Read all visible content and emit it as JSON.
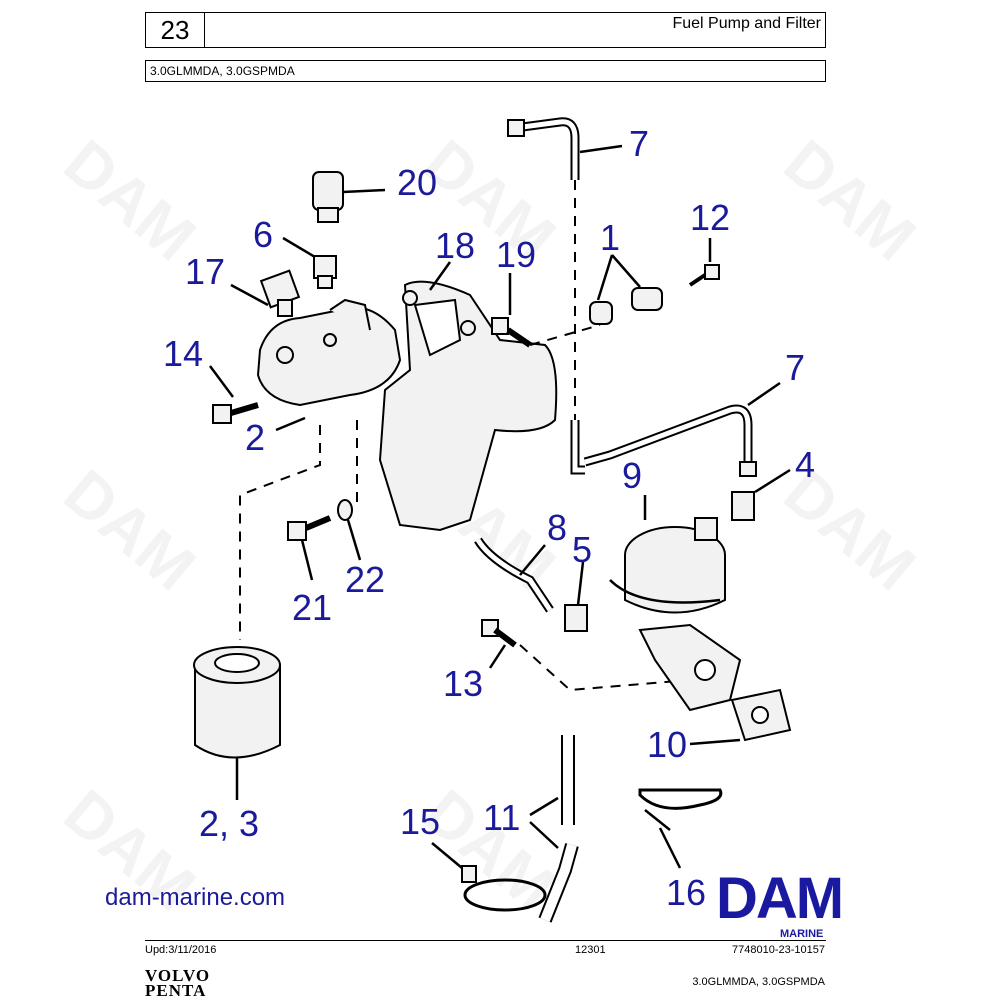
{
  "header": {
    "section_number": "23",
    "title": "Fuel Pump and Filter",
    "models": "3.0GLMMDA, 3.0GSPMDA"
  },
  "callouts": [
    {
      "id": "c1",
      "label": "1"
    },
    {
      "id": "c2a",
      "label": "2"
    },
    {
      "id": "c23",
      "label": "2, 3"
    },
    {
      "id": "c4",
      "label": "4"
    },
    {
      "id": "c5",
      "label": "5"
    },
    {
      "id": "c6",
      "label": "6"
    },
    {
      "id": "c7a",
      "label": "7"
    },
    {
      "id": "c7b",
      "label": "7"
    },
    {
      "id": "c8",
      "label": "8"
    },
    {
      "id": "c9",
      "label": "9"
    },
    {
      "id": "c10",
      "label": "10"
    },
    {
      "id": "c11",
      "label": "11"
    },
    {
      "id": "c12",
      "label": "12"
    },
    {
      "id": "c13",
      "label": "13"
    },
    {
      "id": "c14",
      "label": "14"
    },
    {
      "id": "c15",
      "label": "15"
    },
    {
      "id": "c16",
      "label": "16"
    },
    {
      "id": "c17",
      "label": "17"
    },
    {
      "id": "c18",
      "label": "18"
    },
    {
      "id": "c19",
      "label": "19"
    },
    {
      "id": "c20",
      "label": "20"
    },
    {
      "id": "c21",
      "label": "21"
    },
    {
      "id": "c22",
      "label": "22"
    }
  ],
  "watermark": "DAM",
  "website": "dam-marine.com",
  "logo": {
    "text": "DAM",
    "subtext": "MARINE"
  },
  "footer": {
    "updated": "Upd:3/11/2016",
    "page_code": "12301",
    "part_ref": "7748010-23-10157",
    "brand_line1": "VOLVO",
    "brand_line2": "PENTA",
    "models": "3.0GLMMDA, 3.0GSPMDA"
  },
  "colors": {
    "callout": "#1a1a9a",
    "logo": "#1a1aa0"
  }
}
